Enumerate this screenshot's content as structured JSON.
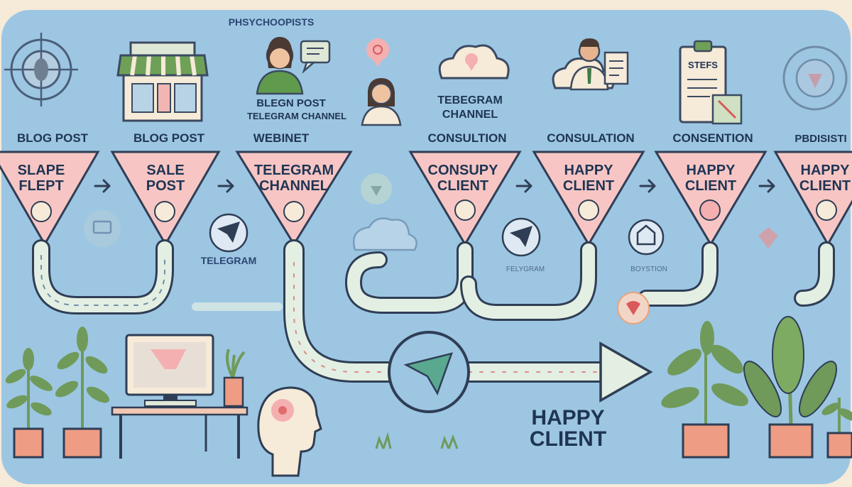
{
  "header": {
    "top_label": "PHSYCHOOPISTS",
    "bubble_line1": "BLEGN POST",
    "bubble_line2": "TELEGRAM CHANNEL",
    "cloud_line1": "TEBEGRAM",
    "cloud_line2": "CHANNEL",
    "clipboard_text": "STEFS"
  },
  "stages": [
    {
      "title": "BLOG POST",
      "line1": "SLAPE",
      "line2": "FLEPT"
    },
    {
      "title": "BLOG POST",
      "line1": "SALE",
      "line2": "POST"
    },
    {
      "title": "WEBINET",
      "line1": "TELEGRAM",
      "line2": "CHANNEL"
    },
    {
      "title": "CONSULTION",
      "line1": "CONSUPY",
      "line2": "CLIENT"
    },
    {
      "title": "CONSULATION",
      "line1": "HAPPY",
      "line2": "CLIENT"
    },
    {
      "title": "CONSENTION",
      "line1": "HAPPY",
      "line2": "CLIENT"
    },
    {
      "title": "PBDISISTI",
      "line1": "HAPPY",
      "line2": "CLIENT"
    }
  ],
  "side_labels": {
    "telegram": "TELEGRAM",
    "felygram": "FELYGRAM",
    "boystion": "BOYSTION"
  },
  "final": {
    "line1": "HAPPY",
    "line2": "CLIENT"
  },
  "colors": {
    "background": "#9dc6e3",
    "funnel": "#f7c6c4",
    "path": "#e3efe2",
    "plant": "#6f9a5a",
    "pot": "#ee9c84"
  }
}
